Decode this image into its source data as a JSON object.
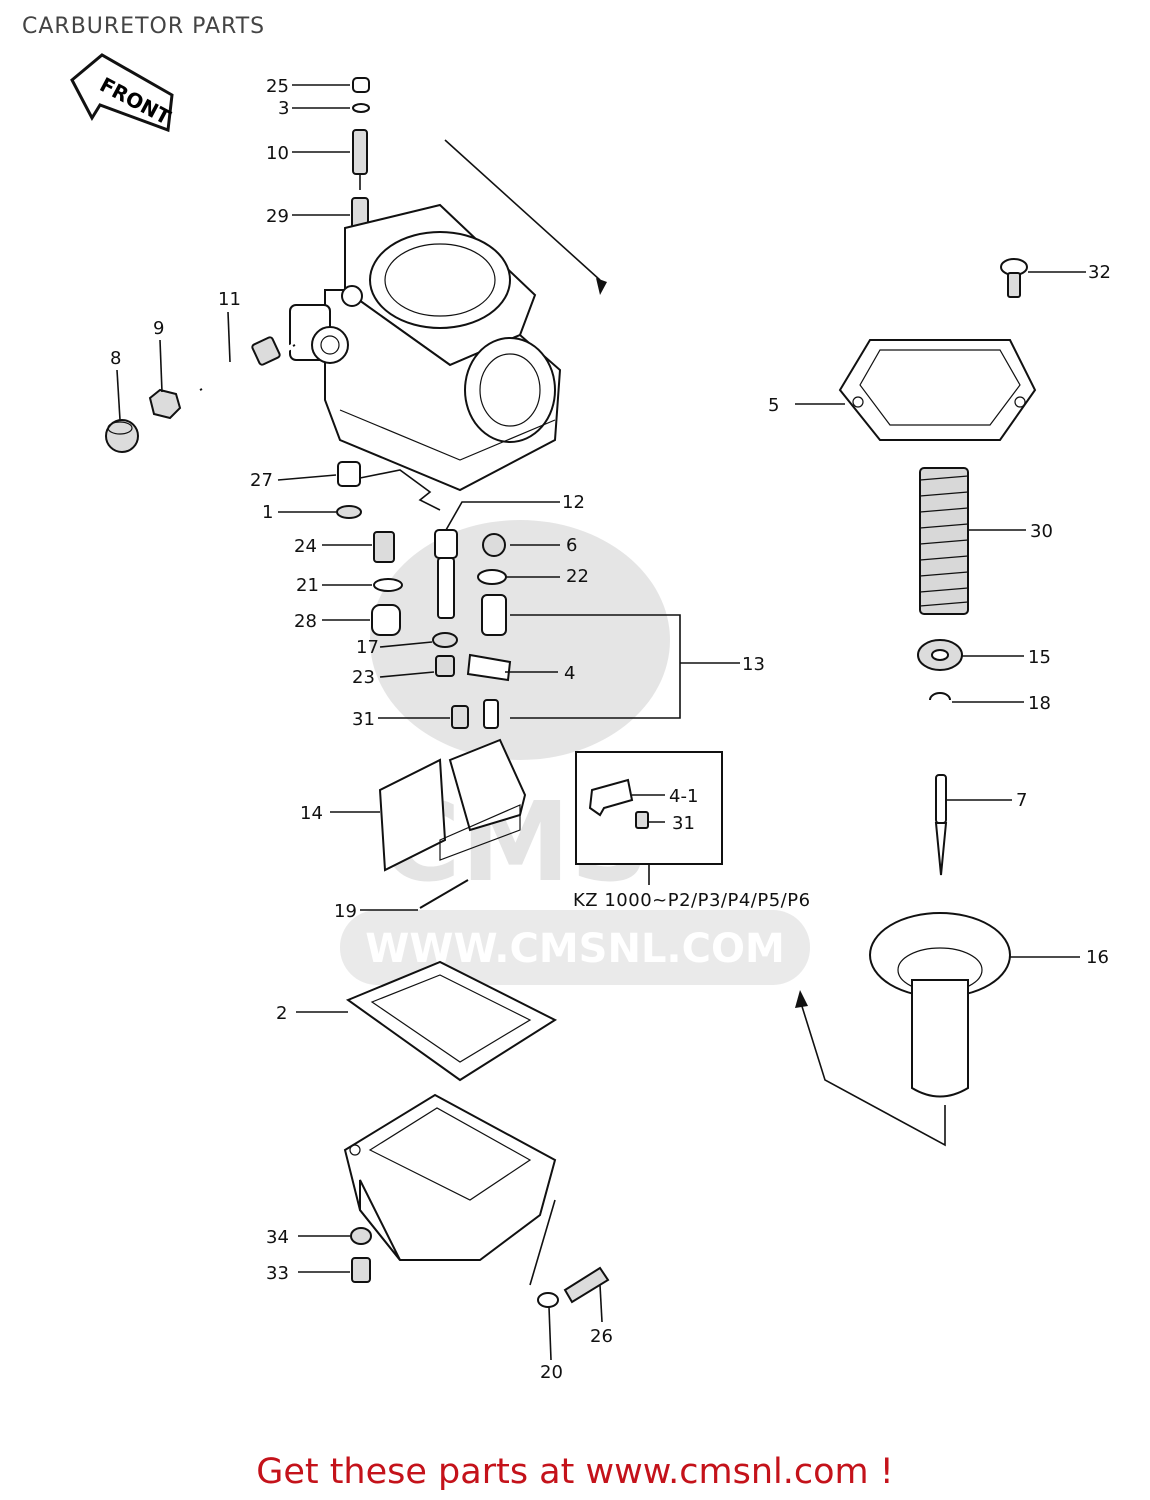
{
  "title": "CARBURETOR PARTS",
  "front_label": "FRONT",
  "watermark_text": "WWW.CMSNL.COM",
  "watermark_logo": "CMS",
  "inset_caption": "KZ 1000~P2/P3/P4/P5/P6",
  "footer_text": "Get these parts at www.cmsnl.com !",
  "colors": {
    "footer": "#c4121a",
    "ink": "#111111",
    "watermark": "#cfcfcf"
  },
  "callouts": {
    "n25": "25",
    "n3": "3",
    "n10": "10",
    "n29": "29",
    "n11": "11",
    "n9": "9",
    "n8": "8",
    "n27": "27",
    "n1": "1",
    "n24": "24",
    "n21": "21",
    "n28": "28",
    "n17": "17",
    "n23": "23",
    "n31a": "31",
    "n12": "12",
    "n6": "6",
    "n22": "22",
    "n4": "4",
    "n13": "13",
    "n14": "14",
    "n19": "19",
    "n41": "4-1",
    "n31b": "31",
    "n32": "32",
    "n5": "5",
    "n30": "30",
    "n15": "15",
    "n18": "18",
    "n7": "7",
    "n16": "16",
    "n2": "2",
    "n34": "34",
    "n33": "33",
    "n26": "26",
    "n20": "20"
  }
}
